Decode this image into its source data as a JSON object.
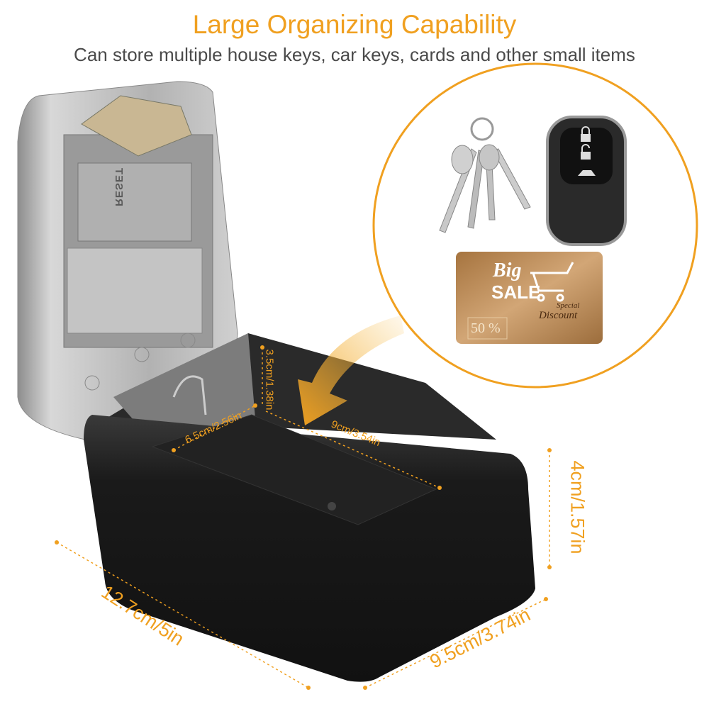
{
  "header": {
    "title": "Large Organizing Capability",
    "subtitle": "Can store multiple house keys, car keys, cards and other small items"
  },
  "lid_label": "RESET",
  "card": {
    "big": "Big",
    "sale": "SALE",
    "special": "Special",
    "discount": "Discount",
    "percent": "50 %"
  },
  "dimensions": {
    "length": "12.7cm/5in",
    "width": "9.5cm/3.74in",
    "height": "4cm/1.57in",
    "inner_depth": "3.5cm/1.38in",
    "inner_width": "6.5cm/2.56in",
    "inner_length": "9cm/3.54in"
  },
  "colors": {
    "accent": "#f0a020",
    "text": "#4a4a4a",
    "box": "#1c1c1c",
    "lid": "#b8b8b8",
    "card": "#b98a55"
  },
  "icons": [
    "key-ring-icon",
    "car-fob-icon",
    "lock-icon",
    "unlock-icon",
    "trunk-icon",
    "shopping-cart-icon",
    "arrow-icon"
  ]
}
